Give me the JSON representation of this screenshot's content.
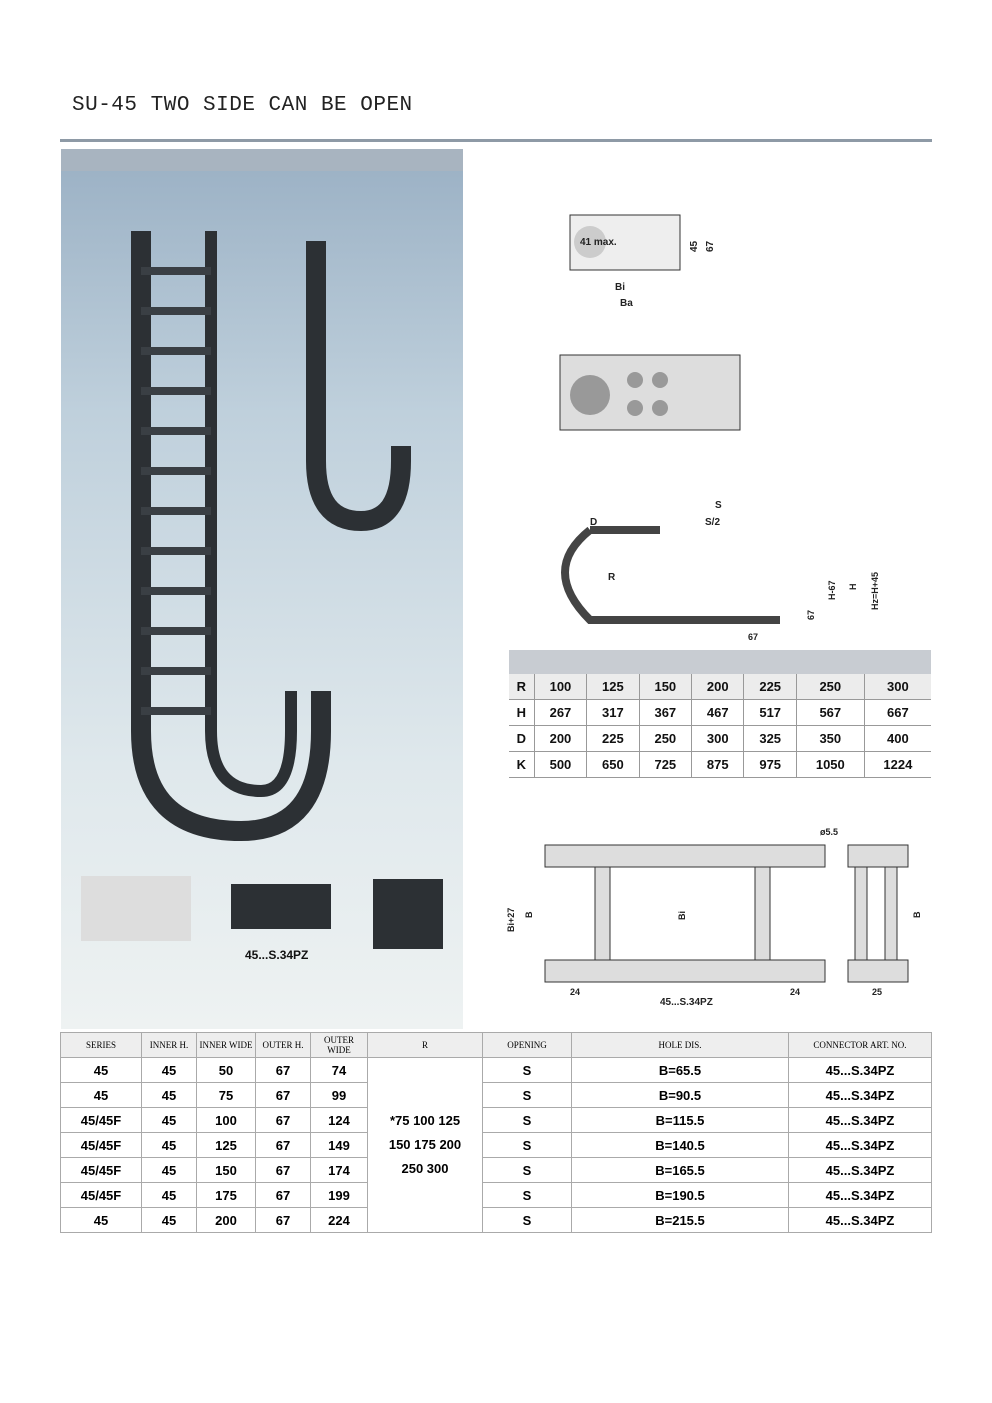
{
  "title": "SU-45 TWO SIDE CAN BE OPEN",
  "photo_caption": "45...S.34PZ",
  "cross_section": {
    "inner_width": "Bi",
    "outer_width": "Ba",
    "max_label": "41 max.",
    "inner_height": "45",
    "outer_height": "67"
  },
  "layout_diagram": {
    "s": "S",
    "d": "D",
    "s_half": "S/2",
    "r": "R",
    "h67": "H-67",
    "h": "H",
    "hz": "Hz=H+45",
    "dim1": "67",
    "dim2": "67"
  },
  "radius_table": {
    "rows": [
      {
        "label": "R",
        "values": [
          "100",
          "125",
          "150",
          "200",
          "225",
          "250",
          "300"
        ]
      },
      {
        "label": "H",
        "values": [
          "267",
          "317",
          "367",
          "467",
          "517",
          "567",
          "667"
        ]
      },
      {
        "label": "D",
        "values": [
          "200",
          "225",
          "250",
          "300",
          "325",
          "350",
          "400"
        ]
      },
      {
        "label": "K",
        "values": [
          "500",
          "650",
          "725",
          "875",
          "975",
          "1050",
          "1224"
        ]
      }
    ]
  },
  "connector_drawing": {
    "hole": "ø5.5",
    "bi27": "Bi+27",
    "b": "B",
    "bi": "Bi",
    "d24a": "24",
    "d24b": "24",
    "d25": "25",
    "b2": "B",
    "caption": "45...S.34PZ"
  },
  "main_table": {
    "headers": [
      "SERIES",
      "INNER H.",
      "INNER WIDE",
      "OUTER H.",
      "OUTER WIDE",
      "R",
      "OPENING",
      "HOLE DIS.",
      "CONNECTOR ART. NO."
    ],
    "r_values": [
      "*75  100 125",
      "150 175  200",
      "250  300"
    ],
    "rows": [
      [
        "45",
        "45",
        "50",
        "67",
        "74",
        "S",
        "B=65.5",
        "45...S.34PZ"
      ],
      [
        "45",
        "45",
        "75",
        "67",
        "99",
        "S",
        "B=90.5",
        "45...S.34PZ"
      ],
      [
        "45/45F",
        "45",
        "100",
        "67",
        "124",
        "S",
        "B=115.5",
        "45...S.34PZ"
      ],
      [
        "45/45F",
        "45",
        "125",
        "67",
        "149",
        "S",
        "B=140.5",
        "45...S.34PZ"
      ],
      [
        "45/45F",
        "45",
        "150",
        "67",
        "174",
        "S",
        "B=165.5",
        "45...S.34PZ"
      ],
      [
        "45/45F",
        "45",
        "175",
        "67",
        "199",
        "S",
        "B=190.5",
        "45...S.34PZ"
      ],
      [
        "45",
        "45",
        "200",
        "67",
        "224",
        "S",
        "B=215.5",
        "45...S.34PZ"
      ]
    ]
  }
}
